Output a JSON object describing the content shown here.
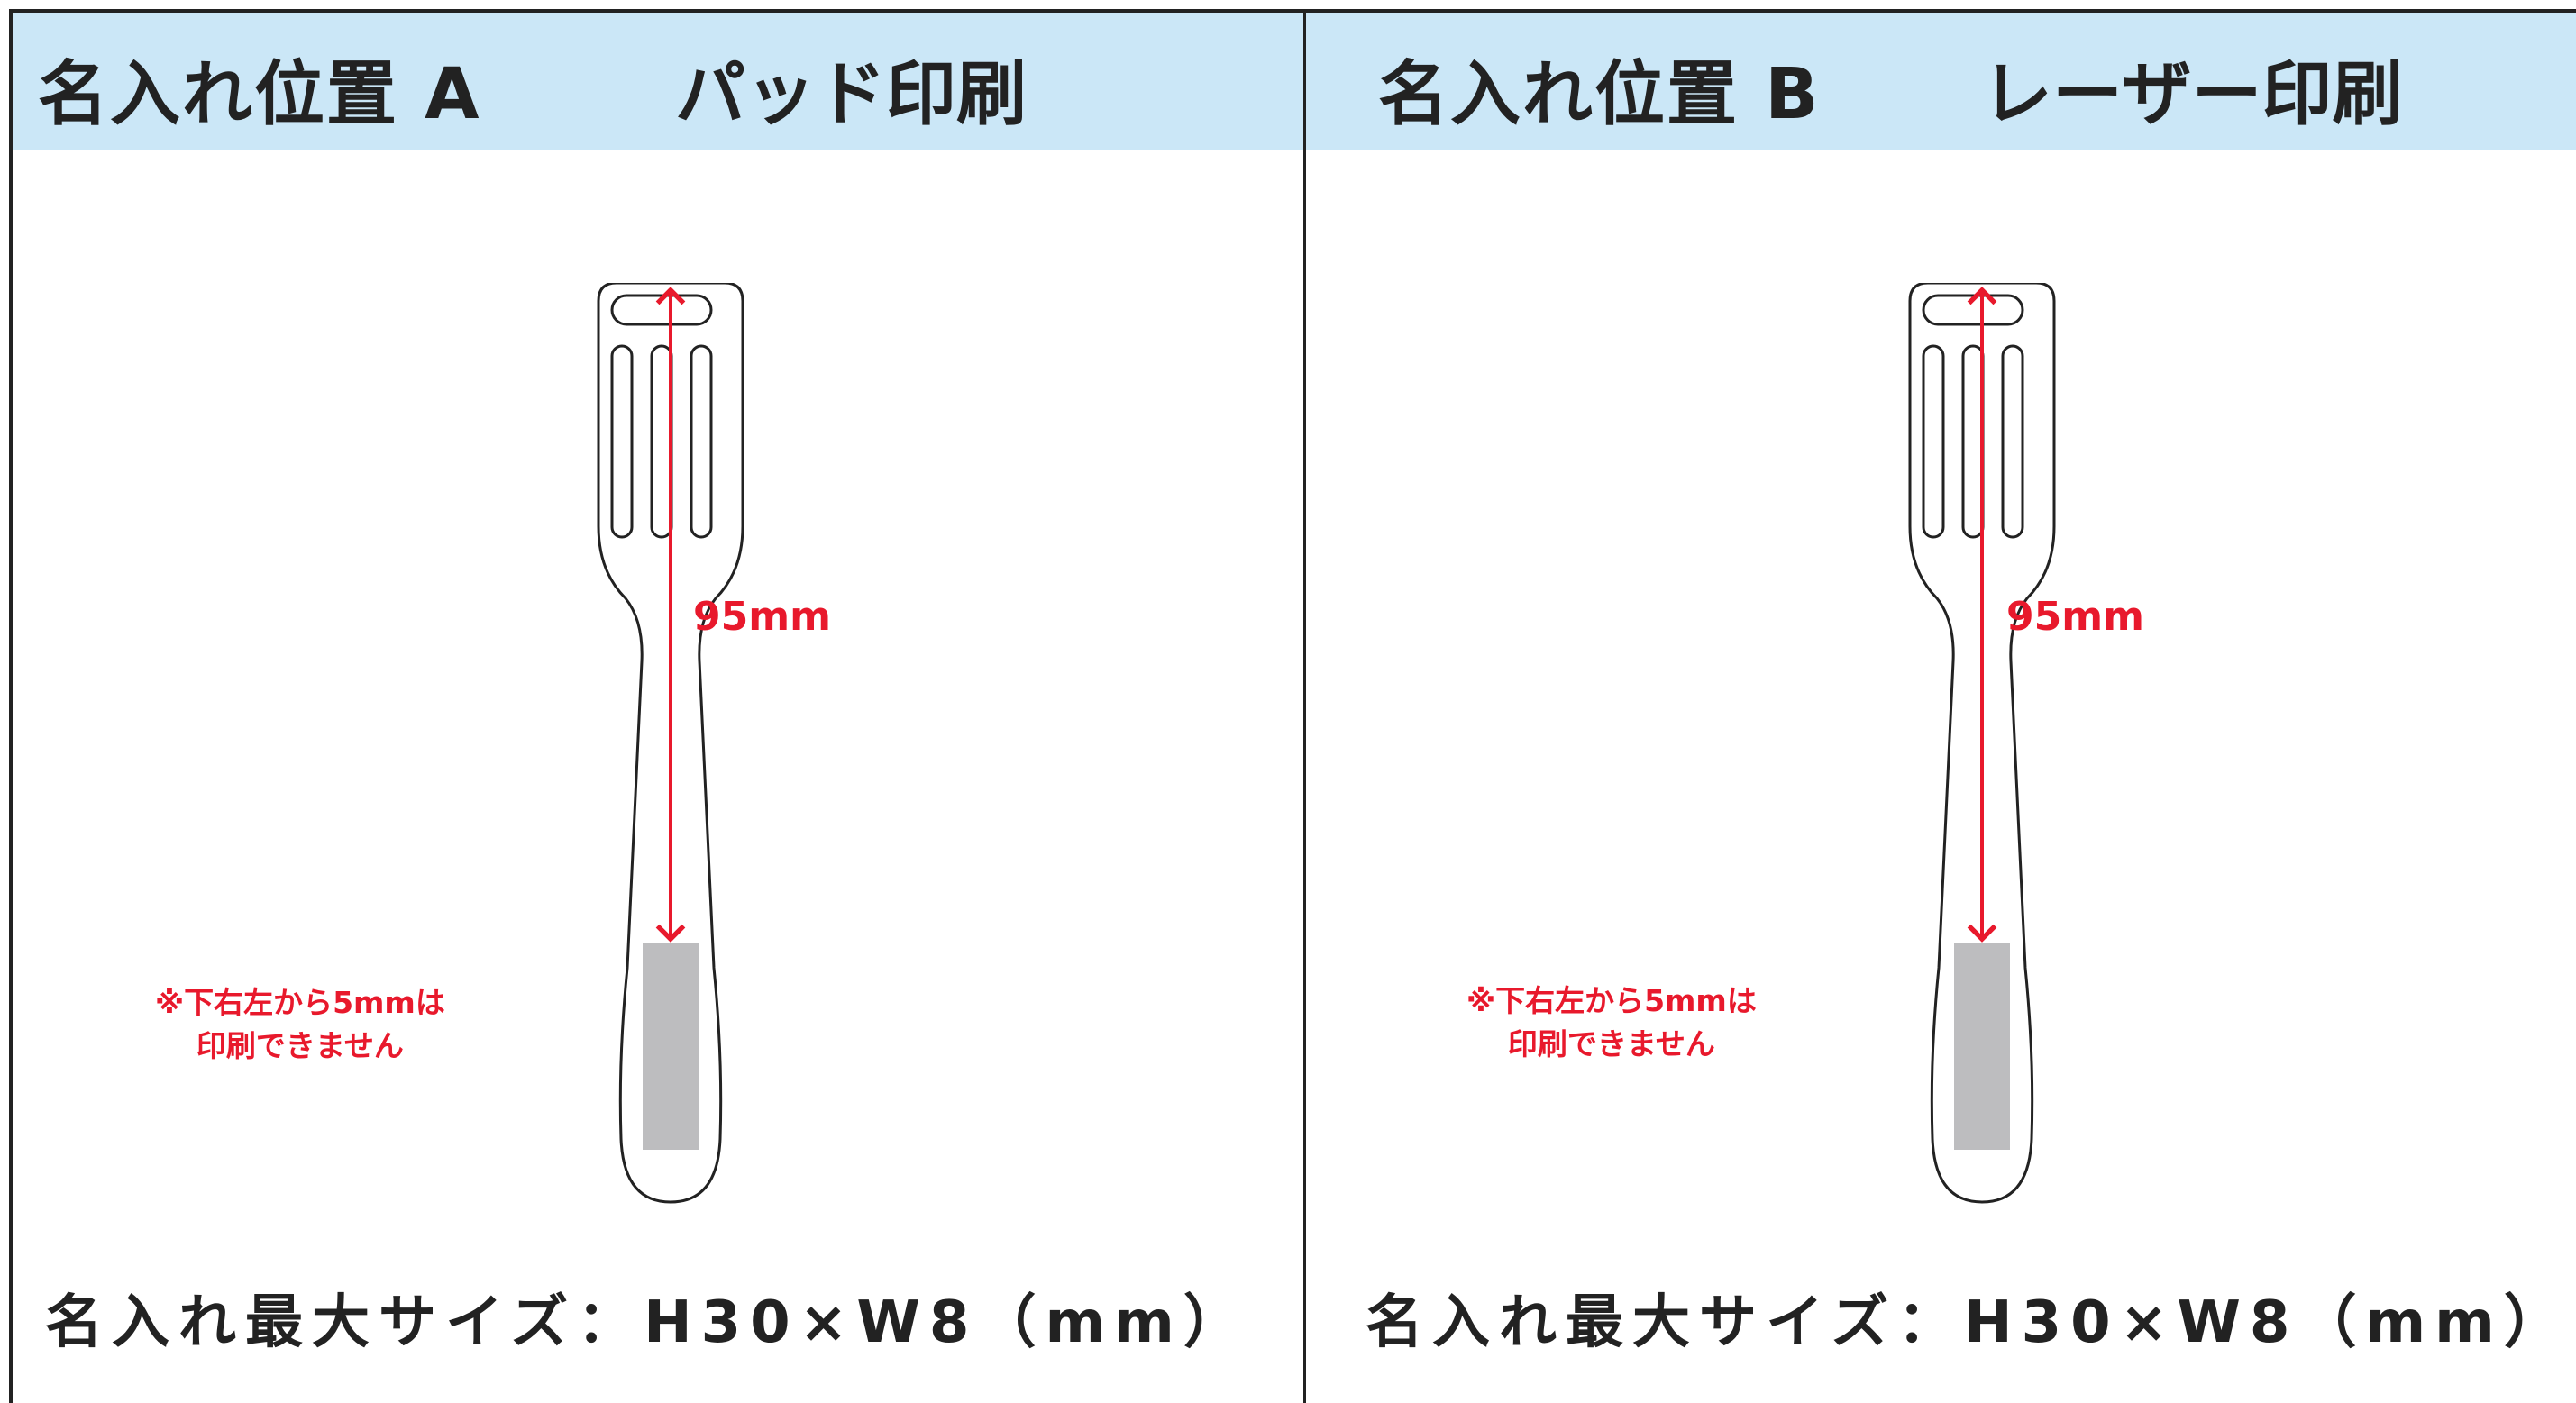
{
  "panels": [
    {
      "position_title": "名入れ位置 A",
      "method": "パッド印刷",
      "dimension": "95mm",
      "note_line1": "※下右左から5mmは",
      "note_line2": "印刷できません",
      "size_text": "名入れ最大サイズ：H30×W8（mm）"
    },
    {
      "position_title": "名入れ位置 B",
      "method": "レーザー印刷",
      "dimension": "95mm",
      "note_line1": "※下右左から5mmは",
      "note_line2": "印刷できません",
      "size_text": "名入れ最大サイズ：H30×W8（mm）"
    }
  ],
  "colors": {
    "header_bg": "#cbe7f7",
    "accent_red": "#e8192c",
    "print_area": "#bdbdbf",
    "outline": "#222222"
  }
}
